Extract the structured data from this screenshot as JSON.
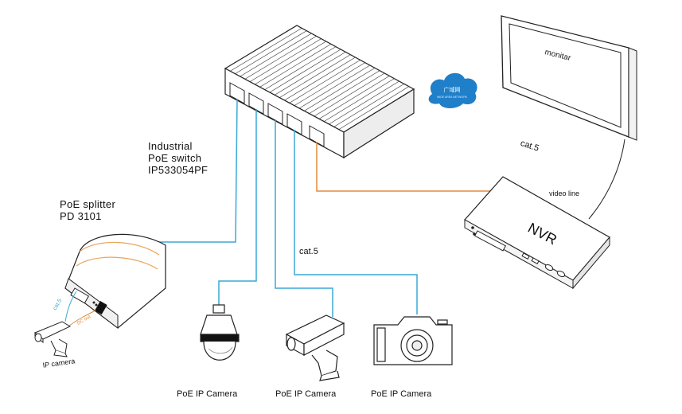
{
  "switch": {
    "line1": "Industrial",
    "line2": "PoE switch",
    "line3": "IP533054PF"
  },
  "splitter": {
    "line1": "PoE splitter",
    "line2": "PD 3101"
  },
  "cable_cat5_center": "cat.5",
  "cable_cat5_monitor": "cat.5",
  "video_line": "video line",
  "nvr": "NVR",
  "monitor": "monitar",
  "cloud": "广域网",
  "cloud_sub": "WIDE AREA NETWORK",
  "splitter_port_cat5": "cat.5",
  "splitter_port_dc": "DC out",
  "ip_camera": "IP camera",
  "cameras": [
    {
      "label": "PoE IP Camera"
    },
    {
      "label": "PoE IP Camera"
    },
    {
      "label": "PoE IP Camera"
    }
  ],
  "colors": {
    "poe_cable": "#3aa9d6",
    "nvr_cable": "#e58a3a",
    "line": "#222222",
    "cloud": "#1f7fc9"
  }
}
